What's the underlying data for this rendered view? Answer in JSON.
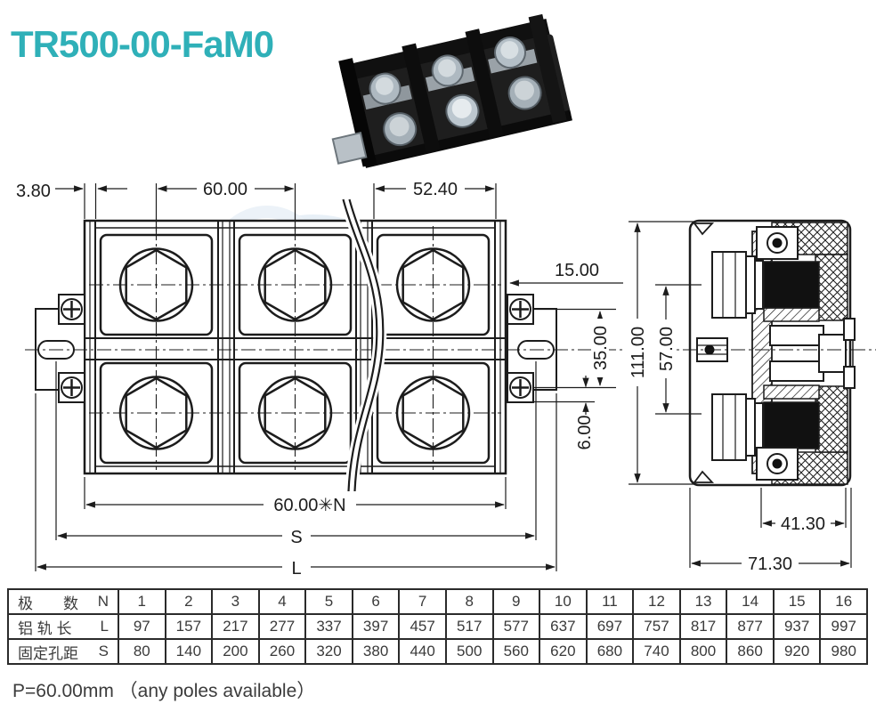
{
  "title": "TR500-00-FaM0",
  "colors": {
    "accent": "#2fb0b8",
    "line": "#1c1c1c",
    "table_text": "#3a3a3a",
    "watermark_blue": "#d7e5f1",
    "watermark_green": "#e0ecd8"
  },
  "photo": {
    "label": "terminal-block-product-photo"
  },
  "front_view": {
    "dims": {
      "left_offset": "3.80",
      "pitch": "60.00",
      "cover_width": "52.40",
      "tab_depth": "15.00",
      "rail_width": "35.00",
      "rail_offset": "6.00",
      "total_pitch": "60.00✳N",
      "hole_span": "S",
      "total_length": "L"
    }
  },
  "side_view": {
    "dims": {
      "height": "111.00",
      "inner_height": "57.00",
      "inner_depth": "41.30",
      "depth": "71.30"
    }
  },
  "table": {
    "rows": [
      {
        "label": "极　　数",
        "symbol": "N",
        "values": [
          "1",
          "2",
          "3",
          "4",
          "5",
          "6",
          "7",
          "8",
          "9",
          "10",
          "11",
          "12",
          "13",
          "14",
          "15",
          "16"
        ]
      },
      {
        "label": "铝 轨 长",
        "symbol": "L",
        "values": [
          "97",
          "157",
          "217",
          "277",
          "337",
          "397",
          "457",
          "517",
          "577",
          "637",
          "697",
          "757",
          "817",
          "877",
          "937",
          "997"
        ]
      },
      {
        "label": "固定孔距",
        "symbol": "S",
        "values": [
          "80",
          "140",
          "200",
          "260",
          "320",
          "380",
          "440",
          "500",
          "560",
          "620",
          "680",
          "740",
          "800",
          "860",
          "920",
          "980"
        ]
      }
    ]
  },
  "note": "P=60.00mm （any poles available）"
}
